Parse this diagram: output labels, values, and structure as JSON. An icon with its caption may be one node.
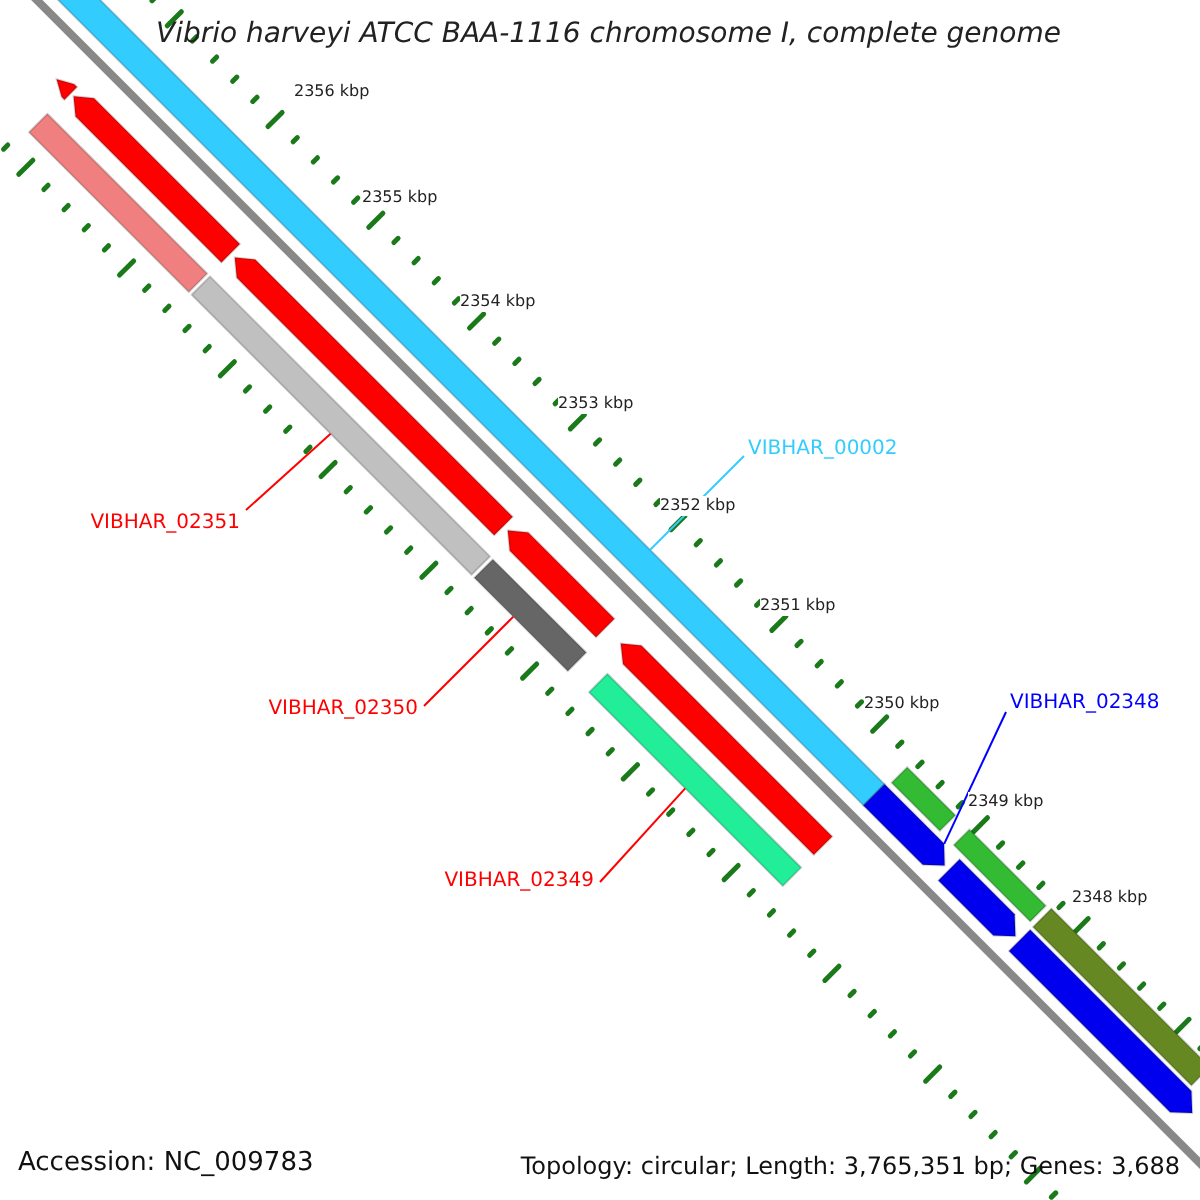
{
  "diagram": {
    "title": "Vibrio harveyi ATCC BAA-1116 chromosome I, complete genome",
    "nodes": [
      {
        "text": [
          "VIBHAR_02351"
        ]
      },
      {
        "text": [],
        "shape": "bar"
      },
      {
        "text": [
          "VIBHAR_00002"
        ]
      },
      {
        "text": [],
        "shape": "bar"
      },
      {
        "text": [
          "VIBHAR_02350"
        ]
      },
      {
        "text": [],
        "shape": "bar"
      },
      {
        "text": [
          "VIBHAR_02349"
        ]
      },
      {
        "text": [],
        "shape": "bar"
      },
      {
        "text": [
          "VIBHAR_02348"
        ]
      },
      {
        "text": [],
        "shape": "arrow"
      },
      {
        "text": [],
        "shape": "arrow"
      },
      {
        "text": [],
        "shape": "arrow"
      },
      {
        "text": [],
        "shape": "bar"
      },
      {
        "text": [],
        "shape": "arrow"
      },
      {
        "text": [],
        "shape": "arrow"
      },
      {
        "text": [],
        "shape": "arrow"
      },
      {
        "text": [],
        "shape": "bar"
      },
      {
        "text": [],
        "shape": "bar"
      },
      {
        "text": [],
        "shape": "arrow"
      },
      {
        "text": [],
        "shape": "arrow"
      },
      {
        "text": [],
        "shape": "bar"
      }
    ],
    "edges": [
      {
        "from": 0,
        "to": 1,
        "arrow": "none"
      },
      {
        "from": 2,
        "to": 3,
        "arrow": "none",
        "color": "#33ccff"
      },
      {
        "from": 4,
        "to": 5,
        "arrow": "none"
      },
      {
        "from": 6,
        "to": 7,
        "arrow": "none"
      },
      {
        "from": 8,
        "to": 9,
        "arrow": "none",
        "color": "#0000ff"
      }
    ],
    "labels": [
      "2356 kbp",
      "2355 kbp",
      "2354 kbp",
      "2353 kbp",
      "2352 kbp",
      "2351 kbp",
      "2350 kbp",
      "2349 kbp",
      "2348 kbp",
      "Accession: NC_009783",
      "Topology: circular; Length: 3,765,351 bp; Genes: 3,688"
    ]
  }
}
